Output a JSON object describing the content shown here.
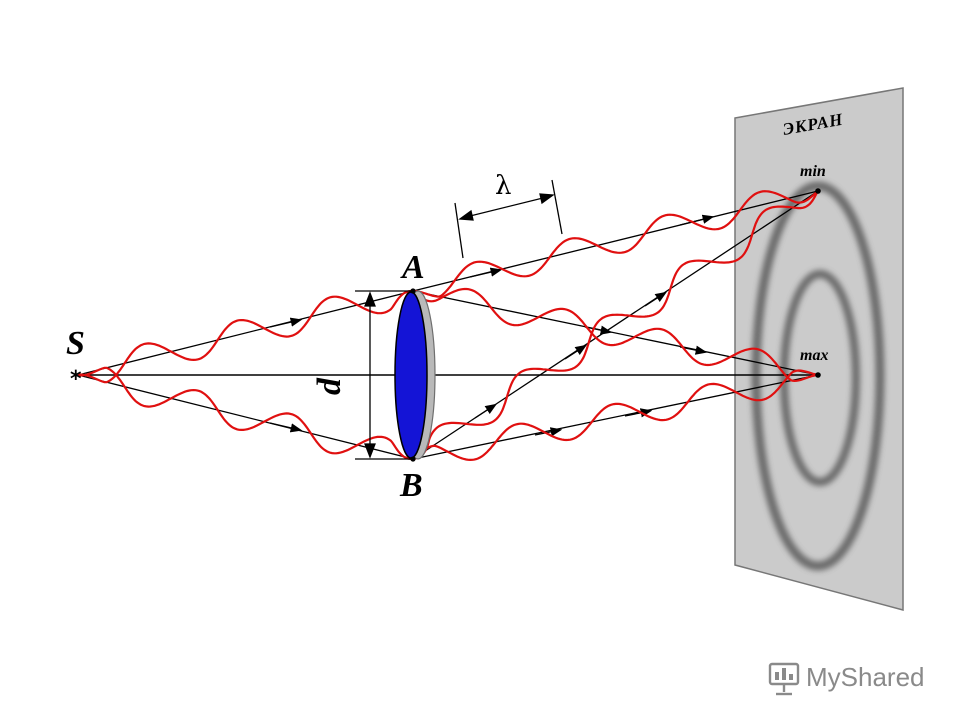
{
  "labels": {
    "source": "S",
    "point_a": "A",
    "point_b": "B",
    "aperture": "d",
    "wavelength": "λ",
    "screen": "ЭКРАН",
    "min": "min",
    "max": "max"
  },
  "watermark": {
    "text": "MyShared",
    "icon": "presentation-board-icon"
  },
  "colors": {
    "wave": "#e01010",
    "lens": "#1414d6",
    "screen": "#cfcfcf",
    "ring": "#555555"
  }
}
